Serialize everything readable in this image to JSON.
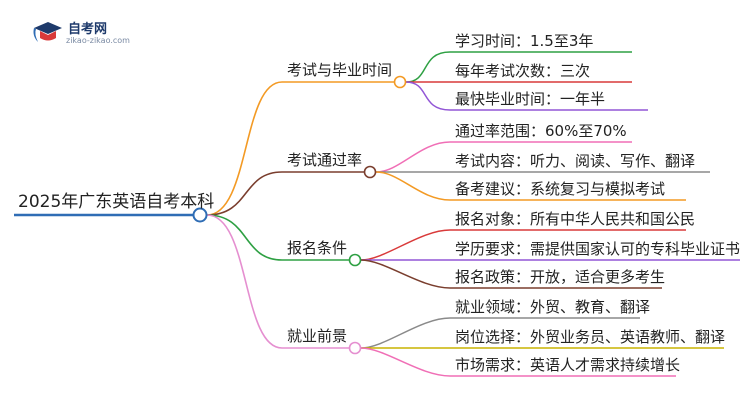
{
  "logo": {
    "title": "自考网",
    "url": "zikao-zikao.com"
  },
  "root": "2025年广东英语自考本科",
  "branches": [
    {
      "label": "考试与毕业时间",
      "color": "#f39a24",
      "leaves": [
        {
          "label": "学习时间：1.5至3年",
          "color": "#2ea043"
        },
        {
          "label": "每年考试次数：三次",
          "color": "#d93a3a"
        },
        {
          "label": "最快毕业时间：一年半",
          "color": "#9256d6"
        }
      ]
    },
    {
      "label": "考试通过率",
      "color": "#7a3e2e",
      "leaves": [
        {
          "label": "通过率范围：60%至70%",
          "color": "#f06fb6"
        },
        {
          "label": "考试内容：听力、阅读、写作、翻译",
          "color": "#8a8a8a"
        },
        {
          "label": "备考建议：系统复习与模拟考试",
          "color": "#f39a24"
        }
      ]
    },
    {
      "label": "报名条件",
      "color": "#2ea043",
      "leaves": [
        {
          "label": "报名对象：所有中华人民共和国公民",
          "color": "#d93a3a"
        },
        {
          "label": "学历要求：需提供国家认可的专科毕业证书",
          "color": "#9256d6"
        },
        {
          "label": "报名政策：开放，适合更多考生",
          "color": "#7a3e2e"
        }
      ]
    },
    {
      "label": "就业前景",
      "color": "#e58fd0",
      "leaves": [
        {
          "label": "就业领域：外贸、教育、翻译",
          "color": "#8a8a8a"
        },
        {
          "label": "岗位选择：外贸业务员、英语教师、翻译",
          "color": "#c9b400"
        },
        {
          "label": "市场需求：英语人才需求持续增长",
          "color": "#f06fb6"
        }
      ]
    }
  ],
  "colors": {
    "root_line": "#2f6db5",
    "node_fill": "#ffffff"
  }
}
